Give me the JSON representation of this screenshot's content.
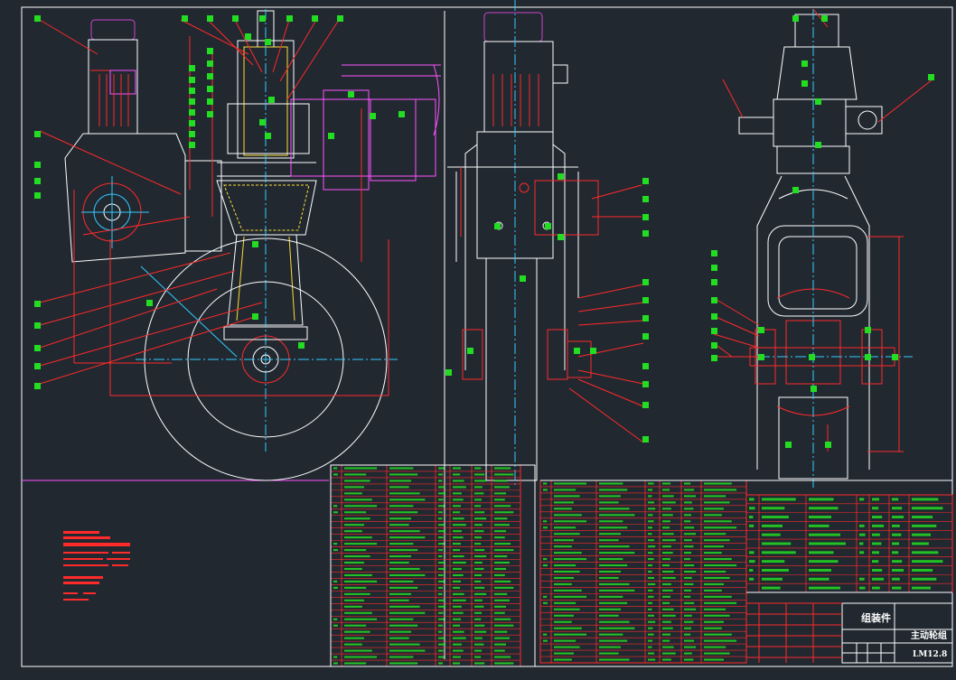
{
  "title_block": {
    "part_name": "主动轮组",
    "category": "组装件",
    "drawing_no": "LM12.8"
  },
  "colors": {
    "background": "#212830",
    "frame": "#ffffff",
    "geometry": "#ff2a2a",
    "annotation": "#22dd22",
    "hidden": "#ff55ff",
    "center": "#33ccff",
    "motor": "#cc44cc"
  }
}
